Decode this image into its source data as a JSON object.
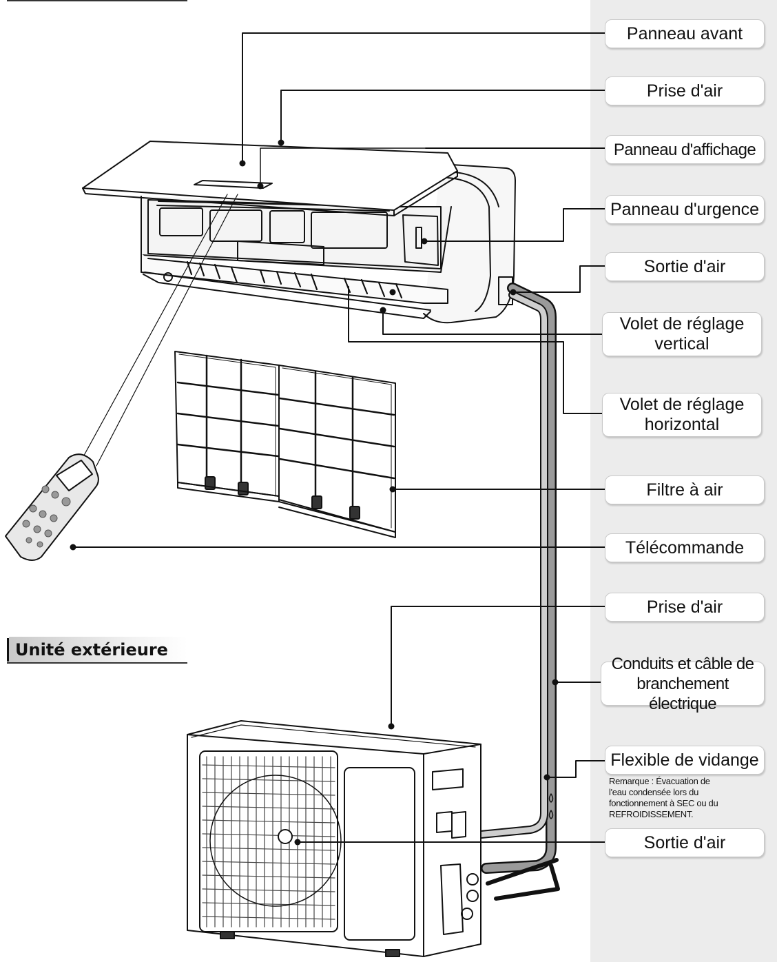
{
  "labels": {
    "front_panel": "Panneau avant",
    "air_inlet_indoor": "Prise d'air",
    "display_panel": "Panneau d'affichage",
    "emergency_panel": "Panneau d'urgence",
    "air_outlet_indoor": "Sortie d'air",
    "vertical_louver": "Volet de réglage\nvertical",
    "horizontal_louver": "Volet de réglage\nhorizontal",
    "air_filter": "Filtre à air",
    "remote_control": "Télécommande",
    "air_inlet_outdoor": "Prise d'air",
    "pipes_and_cable": "Conduits et câble de\nbranchement électrique",
    "drain_hose": "Flexible de vidange",
    "drain_note": "Remarque : Évacuation de\nl'eau condensée lors du\nfonctionnement à SEC ou du\nREFROIDISSEMENT.",
    "air_outlet_outdoor": "Sortie d'air"
  },
  "section_titles": {
    "outdoor_unit": "Unité extérieure"
  },
  "colors": {
    "band": "#ececec",
    "line": "#111111",
    "pipe_fill": "#9a9a9a"
  }
}
